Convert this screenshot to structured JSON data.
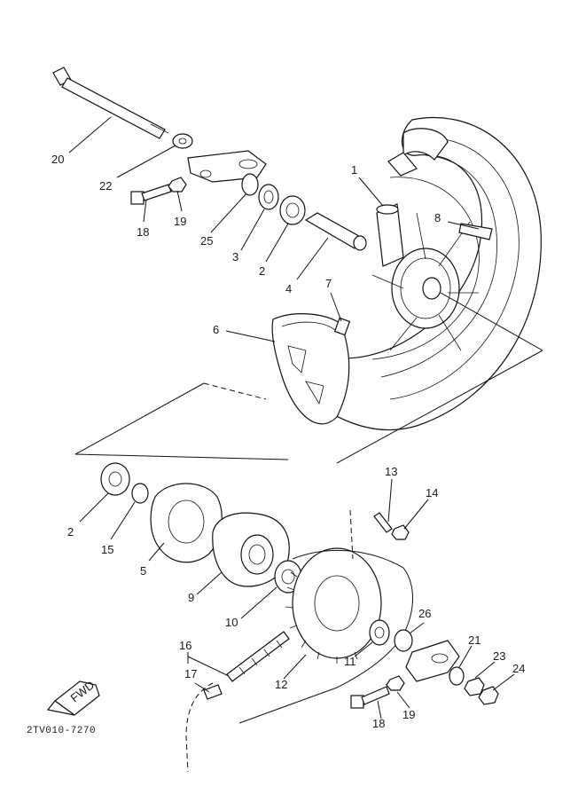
{
  "diagram": {
    "part_code": "2TV010-7270",
    "fwd_label": "FWD",
    "callouts": [
      "1",
      "2",
      "3",
      "4",
      "5",
      "6",
      "7",
      "8",
      "9",
      "10",
      "11",
      "12",
      "13",
      "14",
      "15",
      "16",
      "17",
      "18",
      "19",
      "20",
      "21",
      "22",
      "23",
      "24",
      "25",
      "26"
    ],
    "labels": {
      "c1": "1",
      "c8": "8",
      "c20": "20",
      "c22": "22",
      "c18a": "18",
      "c19a": "19",
      "c25": "25",
      "c3": "3",
      "c2a": "2",
      "c4": "4",
      "c7": "7",
      "c6": "6",
      "c2b": "2",
      "c15": "15",
      "c5": "5",
      "c9": "9",
      "c10": "10",
      "c13": "13",
      "c14": "14",
      "c26": "26",
      "c21": "21",
      "c23": "23",
      "c24": "24",
      "c11": "11",
      "c12": "12",
      "c16": "16",
      "c17": "17",
      "c18b": "18",
      "c19b": "19"
    }
  }
}
